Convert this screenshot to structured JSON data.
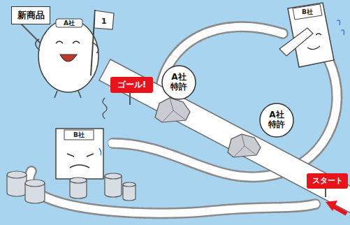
{
  "diagram": {
    "nodes": [
      {
        "text": [
          "新商品"
        ]
      },
      {
        "text": [
          "ゴール!"
        ]
      },
      {
        "text": [
          "A社 特許"
        ]
      },
      {
        "text": [
          "A社 特許"
        ]
      },
      {
        "text": [
          "スタート"
        ]
      }
    ],
    "labels": [
      "A社",
      "1",
      "B社",
      "B社"
    ]
  }
}
